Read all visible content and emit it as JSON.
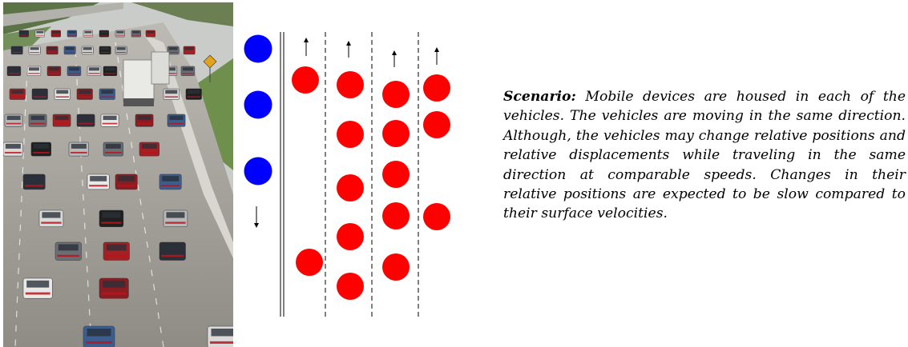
{
  "photo": {
    "subject": "highway traffic photo",
    "colors": {
      "sky": "#cfd6d8",
      "road": "#a9a7a3",
      "grass": "#6f8f4d",
      "trees": "#4f6b3a"
    }
  },
  "diagram": {
    "colors": {
      "oncoming_vehicle": "#0000ff",
      "vehicle": "#ff0000",
      "line": "#000000"
    },
    "oncoming_lane_direction": "down",
    "lanes_direction": "up"
  },
  "caption": {
    "label": "Scenario:",
    "text": " Mobile devices are housed in each of the vehicles. The vehicles are moving in the same direction. Although, the vehicles may change relative positions and relative displacements while traveling in the same direction at comparable speeds. Changes in their relative positions are expected to be slow compared to their surface velocities."
  }
}
